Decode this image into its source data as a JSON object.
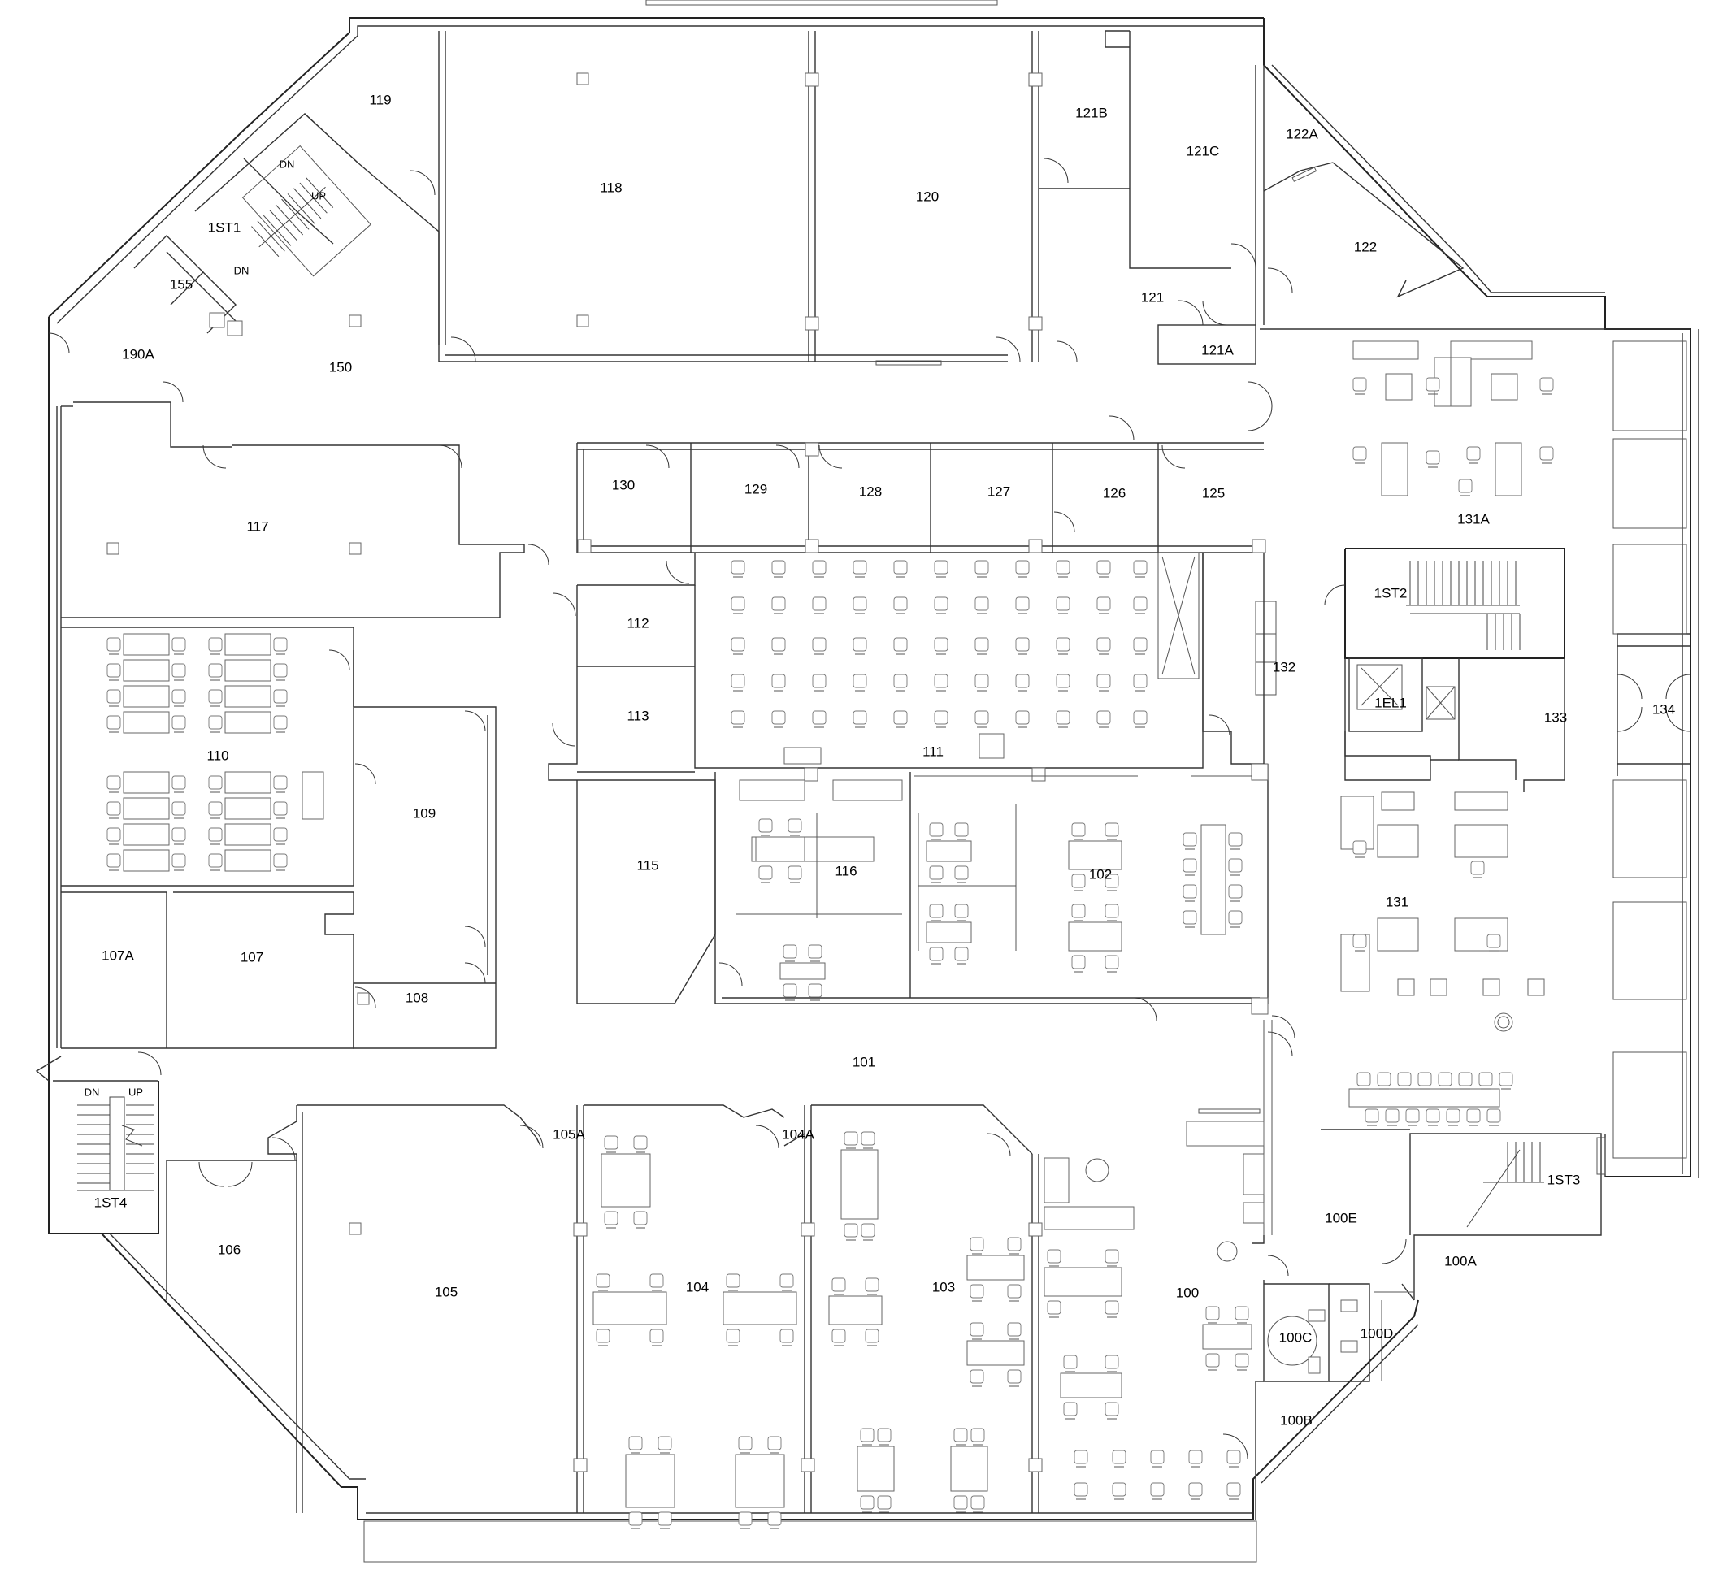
{
  "rooms": {
    "r119": "119",
    "r118": "118",
    "r120": "120",
    "r121B": "121B",
    "r121C": "121C",
    "r122A": "122A",
    "r122": "122",
    "r121": "121",
    "r121A": "121A",
    "r1ST1": "1ST1",
    "r155": "155",
    "r190A": "190A",
    "r150": "150",
    "r117": "117",
    "r130": "130",
    "r129": "129",
    "r128": "128",
    "r127": "127",
    "r126": "126",
    "r125": "125",
    "r131A": "131A",
    "r1ST2": "1ST2",
    "r112": "112",
    "r113": "113",
    "r111": "111",
    "r132": "132",
    "r1EL1": "1EL1",
    "r133": "133",
    "r134": "134",
    "r110": "110",
    "r109": "109",
    "r115": "115",
    "r116": "116",
    "r102": "102",
    "r131": "131",
    "r107A": "107A",
    "r107": "107",
    "r108": "108",
    "r101": "101",
    "r105A": "105A",
    "r104A": "104A",
    "r1ST4": "1ST4",
    "r106": "106",
    "r105": "105",
    "r104": "104",
    "r103": "103",
    "r100": "100",
    "r100E": "100E",
    "r1ST3": "1ST3",
    "r100A": "100A",
    "r100C": "100C",
    "r100D": "100D",
    "r100B": "100B"
  },
  "stairs": {
    "st1_dn_top": "DN",
    "st1_up": "UP",
    "st1_dn_bottom": "DN",
    "st4_dn": "DN",
    "st4_up": "UP"
  }
}
